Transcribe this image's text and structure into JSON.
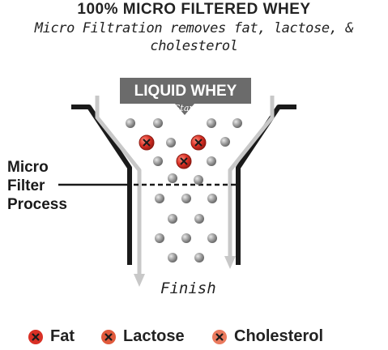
{
  "header": {
    "title": "100% MICRO FILTERED WHEY",
    "subtitle": "Micro Filtration removes fat, lactose, & cholesterol"
  },
  "diagram": {
    "banner_title": "LIQUID WHEY",
    "banner_subtitle": "Start",
    "side_label_lines": [
      "Micro",
      "Filter",
      "Process"
    ],
    "finish_label": "Finish"
  },
  "legend": {
    "items": [
      {
        "label": "Fat",
        "color": "#d93025"
      },
      {
        "label": "Lactose",
        "color": "#e05a3c"
      },
      {
        "label": "Cholesterol",
        "color": "#ea7a5e"
      }
    ]
  },
  "colors": {
    "funnel_dark": "#1a1a1a",
    "funnel_light": "#c8c8c8",
    "banner": "#6b6b6b",
    "particle": "#9a9a9a",
    "contaminant": "#d93025"
  }
}
